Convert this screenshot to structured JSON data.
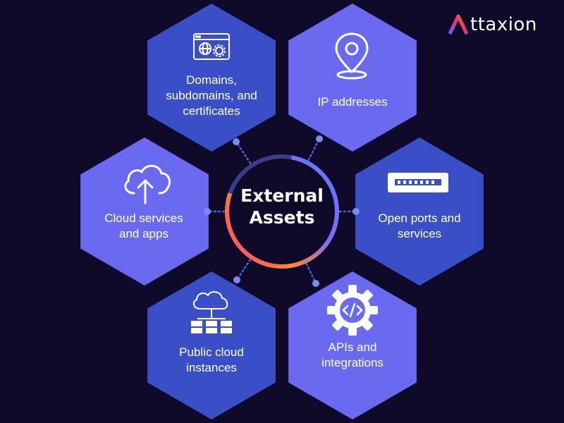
{
  "brand": {
    "name": "ttaxion",
    "gradient": [
      "#e8346c",
      "#ff6a3d",
      "#6a5cff"
    ]
  },
  "center": {
    "title": "External\nAssets",
    "ring_colors": [
      "#ff3d7f",
      "#ff8a2a",
      "#7b6cff",
      "#5b7bff"
    ]
  },
  "colors": {
    "background": "#0f0a2a",
    "hex_dark": "#3a4fc7",
    "hex_light": "#6a6af0",
    "connector": "#4a62d8"
  },
  "nodes": [
    {
      "id": "domains",
      "label": "Domains,\nsubdomains, and\ncertificates",
      "icon": "browser-certificate-icon",
      "shade": "dark"
    },
    {
      "id": "ip",
      "label": "IP addresses",
      "icon": "location-pin-icon",
      "shade": "light"
    },
    {
      "id": "ports",
      "label": "Open ports and\nservices",
      "icon": "network-switch-icon",
      "shade": "dark"
    },
    {
      "id": "apis",
      "label": "APIs and\nintegrations",
      "icon": "code-gear-icon",
      "shade": "light"
    },
    {
      "id": "instances",
      "label": "Public cloud\ninstances",
      "icon": "cloud-network-icon",
      "shade": "dark"
    },
    {
      "id": "cloud",
      "label": "Cloud services\nand apps",
      "icon": "cloud-upload-icon",
      "shade": "light"
    }
  ]
}
